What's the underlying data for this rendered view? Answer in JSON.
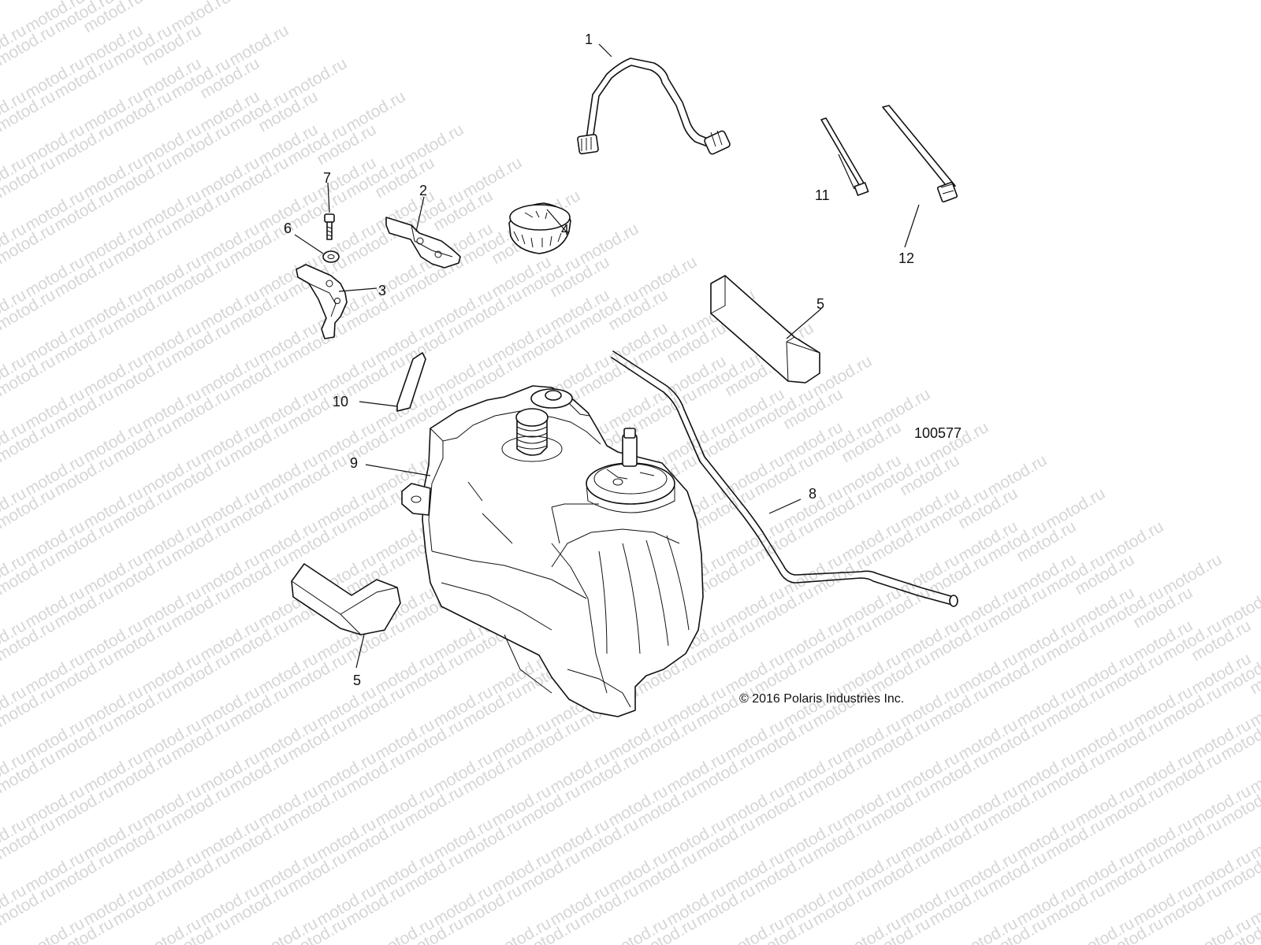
{
  "watermark_text": "motod.ru",
  "drawing_number": "100577",
  "copyright": "© 2016 Polaris Industries Inc.",
  "callouts": {
    "c1": "1",
    "c2": "2",
    "c3": "3",
    "c4": "4",
    "c5a": "5",
    "c5b": "5",
    "c6": "6",
    "c7": "7",
    "c8": "8",
    "c9": "9",
    "c10": "10",
    "c11": "11",
    "c12": "12"
  },
  "parts": [
    {
      "callout": "1",
      "icon": "vent-hose-icon"
    },
    {
      "callout": "2",
      "icon": "bracket-icon"
    },
    {
      "callout": "3",
      "icon": "bracket-icon"
    },
    {
      "callout": "4",
      "icon": "fuel-cap-icon"
    },
    {
      "callout": "5",
      "icon": "foam-pad-icon"
    },
    {
      "callout": "6",
      "icon": "washer-icon"
    },
    {
      "callout": "7",
      "icon": "bolt-icon"
    },
    {
      "callout": "8",
      "icon": "fuel-line-icon"
    },
    {
      "callout": "9",
      "icon": "fuel-tank-icon"
    },
    {
      "callout": "10",
      "icon": "foam-pad-icon"
    },
    {
      "callout": "11",
      "icon": "cable-tie-icon"
    },
    {
      "callout": "12",
      "icon": "cable-tie-icon"
    }
  ]
}
